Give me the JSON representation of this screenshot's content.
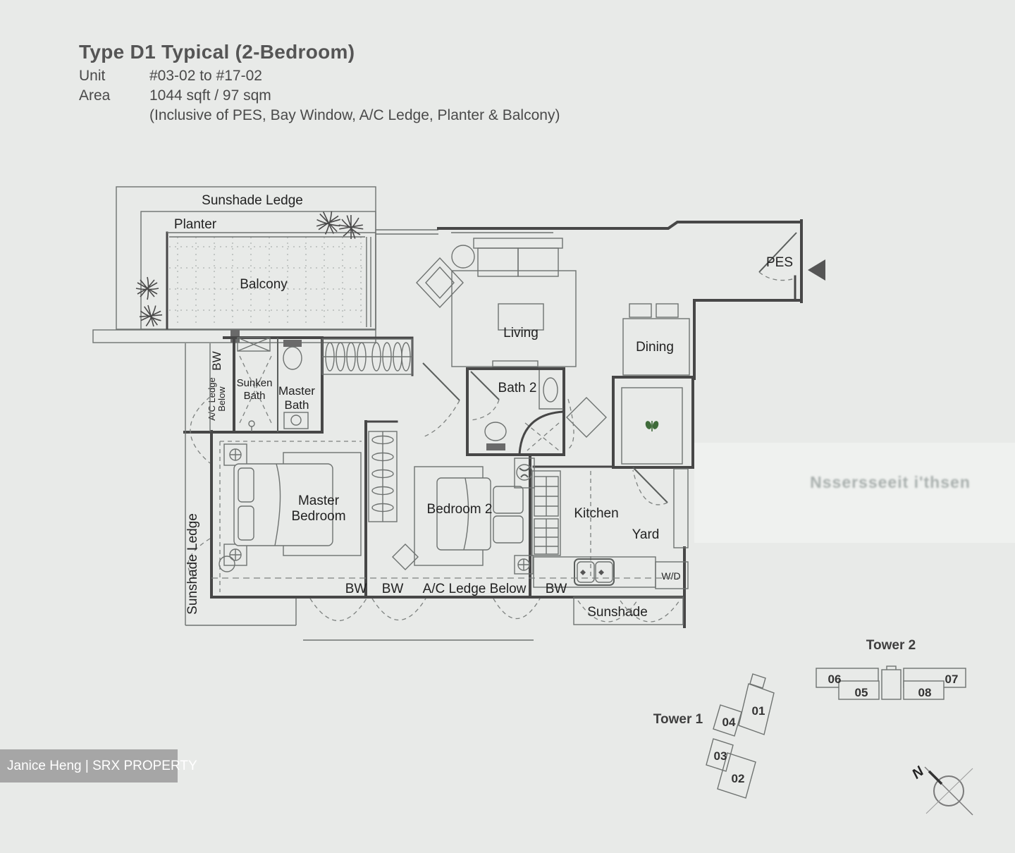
{
  "header": {
    "title": "Type D1 Typical (2-Bedroom)",
    "unit_label": "Unit",
    "unit_value": "#03-02 to #17-02",
    "area_label": "Area",
    "area_value": "1044 sqft / 97 sqm",
    "area_note": "(Inclusive of PES, Bay Window, A/C Ledge, Planter & Balcony)"
  },
  "plan": {
    "labels": {
      "sunshade_ledge": "Sunshade Ledge",
      "planter": "Planter",
      "balcony": "Balcony",
      "living": "Living",
      "dining": "Dining",
      "pes": "PES",
      "bath2": "Bath 2",
      "sunken_bath_line1": "Sunken",
      "sunken_bath_line2": "Bath",
      "master_bath_line1": "Master",
      "master_bath_line2": "Bath",
      "master_bedroom_line1": "Master",
      "master_bedroom_line2": "Bedroom",
      "bedroom2": "Bedroom 2",
      "kitchen": "Kitchen",
      "yard": "Yard",
      "wd": "W/D",
      "sunshade": "Sunshade",
      "bw": "BW",
      "ac_ledge_below": "A/C Ledge Below",
      "ac_ledge_line1": "A/C Ledge",
      "ac_ledge_line2": "Below"
    },
    "icons": {
      "plant": "palm-plant",
      "hs_plant": "green-plant",
      "entry_arrow": "left-triangle",
      "compass": "compass-cross",
      "column_marker": "circle-cross"
    }
  },
  "towers": {
    "tower1": {
      "label": "Tower 1",
      "units": [
        "04",
        "01",
        "03",
        "02"
      ],
      "highlighted_unit": "02"
    },
    "tower2": {
      "label": "Tower 2",
      "units": [
        "06",
        "05",
        "08",
        "07"
      ]
    }
  },
  "compass": {
    "north": "N"
  },
  "watermarks": {
    "agent": "Janice Heng | SRX PROPERTY",
    "ghost": "Nssersseeit i'thsen"
  },
  "colors": {
    "background": "#e8eae8",
    "wall": "#474747",
    "thin_line": "#6e7270",
    "label": "#222222",
    "highlight": "#b7c6a4",
    "hs_plant_green": "#3f6b3a",
    "watermark_bar": "#a6a6a6",
    "watermark_text": "#ffffff"
  }
}
